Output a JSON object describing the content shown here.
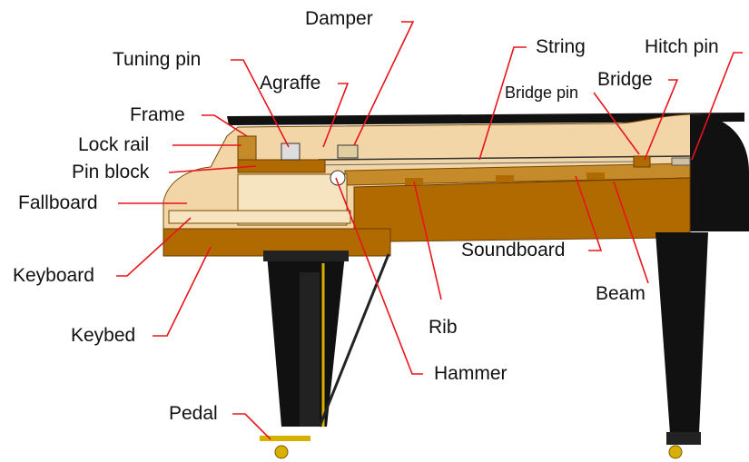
{
  "diagram": {
    "labels": {
      "damper": "Damper",
      "tuning_pin": "Tuning pin",
      "agraffe": "Agraffe",
      "string": "String",
      "hitch_pin": "Hitch pin",
      "bridge_pin": "Bridge pin",
      "bridge": "Bridge",
      "frame": "Frame",
      "lock_rail": "Lock rail",
      "pin_block": "Pin block",
      "fallboard": "Fallboard",
      "keyboard": "Keyboard",
      "keybed": "Keybed",
      "pedal": "Pedal",
      "rib": "Rib",
      "hammer": "Hammer",
      "soundboard": "Soundboard",
      "beam": "Beam"
    },
    "colors": {
      "leader_line": "#e8141b",
      "label_text": "#111111",
      "wood_dark": "#b06a00",
      "wood_light": "#f3d6a8",
      "body_black": "#111111",
      "brass": "#d8b000"
    }
  }
}
